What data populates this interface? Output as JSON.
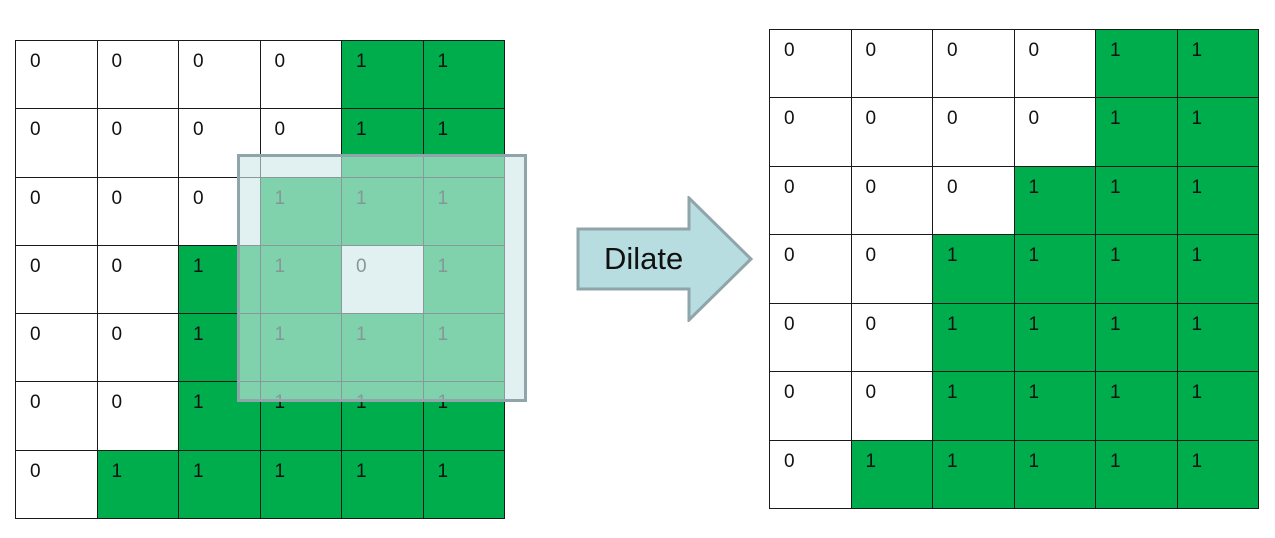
{
  "before_grid": [
    [
      "0",
      "0",
      "0",
      "0",
      "1",
      "1"
    ],
    [
      "0",
      "0",
      "0",
      "0",
      "1",
      "1"
    ],
    [
      "0",
      "0",
      "0",
      "1",
      "1",
      "1"
    ],
    [
      "0",
      "0",
      "1",
      "1",
      "0",
      "1"
    ],
    [
      "0",
      "0",
      "1",
      "1",
      "1",
      "1"
    ],
    [
      "0",
      "0",
      "1",
      "1",
      "1",
      "1"
    ],
    [
      "0",
      "1",
      "1",
      "1",
      "1",
      "1"
    ]
  ],
  "after_grid": [
    [
      "0",
      "0",
      "0",
      "0",
      "1",
      "1"
    ],
    [
      "0",
      "0",
      "0",
      "0",
      "1",
      "1"
    ],
    [
      "0",
      "0",
      "0",
      "1",
      "1",
      "1"
    ],
    [
      "0",
      "0",
      "1",
      "1",
      "1",
      "1"
    ],
    [
      "0",
      "0",
      "1",
      "1",
      "1",
      "1"
    ],
    [
      "0",
      "0",
      "1",
      "1",
      "1",
      "1"
    ],
    [
      "0",
      "1",
      "1",
      "1",
      "1",
      "1"
    ]
  ],
  "arrow": {
    "label": "Dilate"
  },
  "colors": {
    "foreground_cell": "#00ad4c",
    "background_cell": "#ffffff",
    "kernel_fill": "#cfe8e9",
    "kernel_border": "#8fa5aa",
    "arrow_fill": "#b7dde0",
    "arrow_border": "#8fa5aa"
  }
}
